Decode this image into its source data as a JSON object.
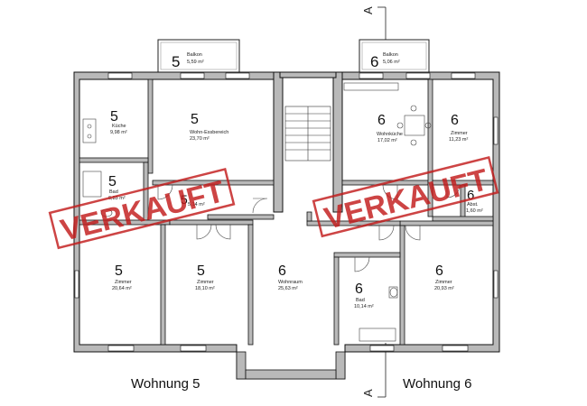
{
  "balconies": [
    {
      "num": "5",
      "name": "Balkon",
      "area": "5,59 m²"
    },
    {
      "num": "6",
      "name": "Balkon",
      "area": "5,06 m²"
    }
  ],
  "rooms": {
    "kueche5": {
      "num": "5",
      "name": "Küche",
      "area": "9,98 m²"
    },
    "wohnessen5": {
      "num": "5",
      "name": "Wohn-Essbereich",
      "area": "23,70 m²"
    },
    "bad5": {
      "num": "5",
      "name": "Bad",
      "area": "6,83 m²"
    },
    "flur5": {
      "num": "5",
      "area": "5,14 m²"
    },
    "zimmer5a": {
      "num": "5",
      "name": "Zimmer",
      "area": "20,64 m²"
    },
    "zimmer5b": {
      "num": "5",
      "name": "Zimmer",
      "area": "18,10 m²"
    },
    "wohnraum6": {
      "num": "6",
      "name": "Wohnraum",
      "area": "25,63 m²"
    },
    "wohnkueche6": {
      "num": "6",
      "name": "Wohnküche",
      "area": "17,02 m²"
    },
    "zimmer6a": {
      "num": "6",
      "name": "Zimmer",
      "area": "11,23 m²"
    },
    "abstell6": {
      "num": "6",
      "name": "Abst.",
      "area": "1,60 m²"
    },
    "bad6": {
      "num": "6",
      "name": "Bad",
      "area": "10,14 m²"
    },
    "zimmer6b": {
      "num": "6",
      "name": "Zimmer",
      "area": "20,93 m²"
    }
  },
  "stamps": [
    "VERKAUFT",
    "VERKAUFT"
  ],
  "units": [
    "Wohnung 5",
    "Wohnung 6"
  ],
  "section_mark": "A",
  "colors": {
    "wall": "#b9b9b9",
    "outline": "#111111",
    "stamp": "#c21b1b"
  }
}
